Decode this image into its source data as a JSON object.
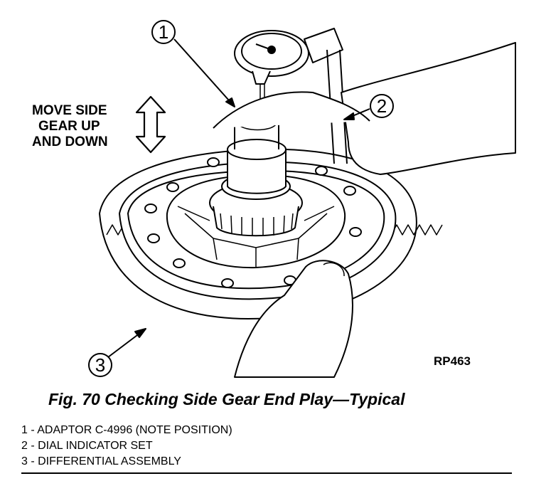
{
  "figure": {
    "move_label": [
      "MOVE SIDE",
      "GEAR UP",
      "AND DOWN"
    ],
    "callouts": [
      "1",
      "2",
      "3"
    ],
    "reference_code": "RP463",
    "caption": "Fig. 70 Checking Side Gear End Play—Typical"
  },
  "legend": [
    "1 - ADAPTOR C-4996 (NOTE POSITION)",
    "2 - DIAL INDICATOR SET",
    "3 - DIFFERENTIAL ASSEMBLY"
  ]
}
